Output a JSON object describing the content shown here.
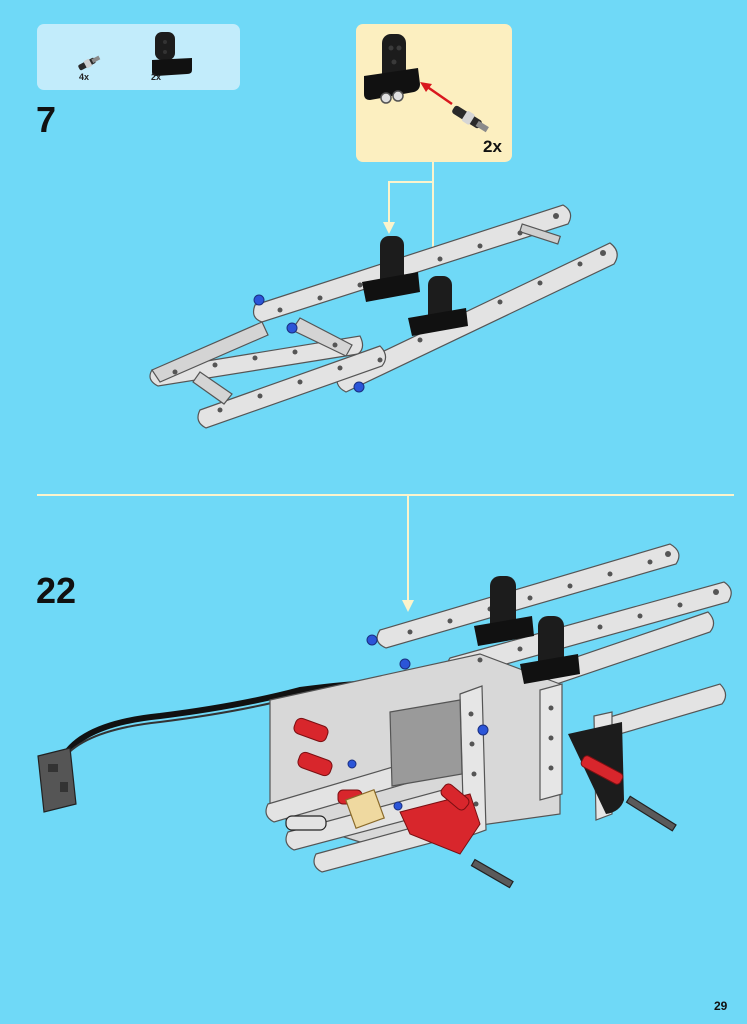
{
  "parts_list": {
    "items": [
      {
        "name": "axle-pin",
        "quantity": "4x",
        "icon": "axle-pin-icon"
      },
      {
        "name": "black-bracket",
        "quantity": "2x",
        "icon": "black-bracket-icon"
      }
    ]
  },
  "steps": {
    "sub_step_number": "7",
    "sub_step_quantity": "2x",
    "main_step_number": "22"
  },
  "colors": {
    "background": "#6fd9f7",
    "parts_box": "#c2ecfb",
    "sub_box": "#fcefc0",
    "arrow_red": "#d9181e",
    "connector_line": "#fbf4cc",
    "beam_gray": "#e3e3e3",
    "black_part": "#1c1c1c",
    "red_part": "#d8262c",
    "blue_pin": "#2b55d8"
  },
  "page": {
    "number": "29"
  }
}
